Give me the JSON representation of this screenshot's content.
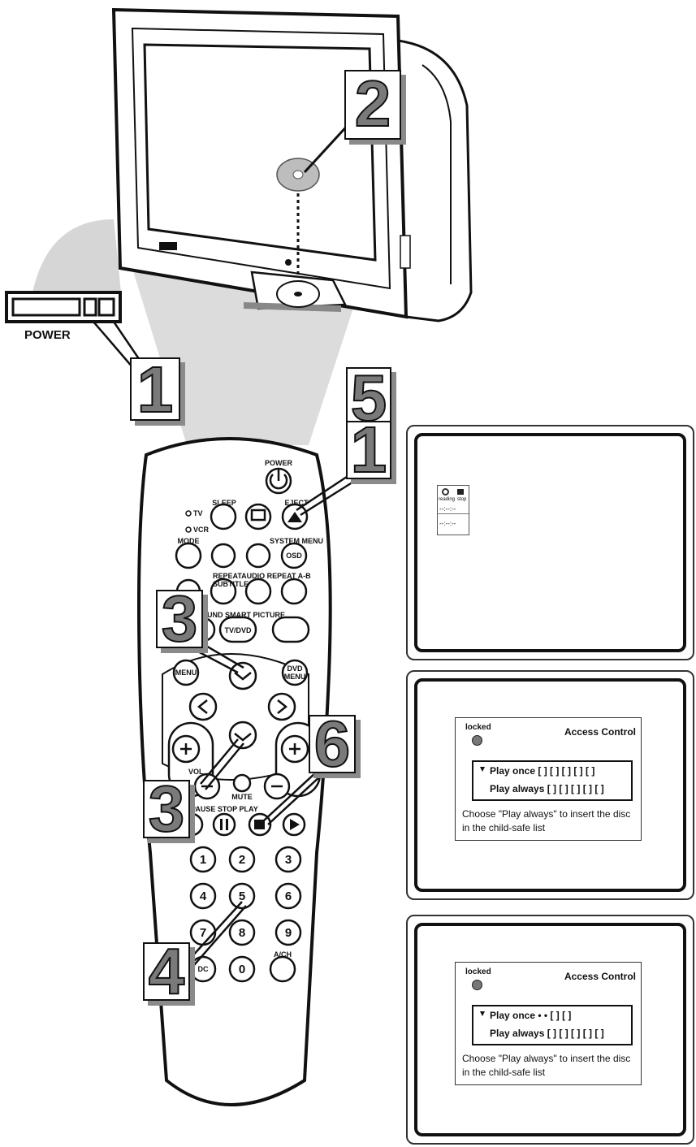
{
  "labels": {
    "power_panel": "POWER",
    "remote_power": "POWER",
    "tv": "TV",
    "vcr": "VCR",
    "mode": "MODE",
    "sleep": "SLEEP",
    "eject": "EJECT",
    "system_menu": "SYSTEM MENU",
    "osd": "OSD",
    "repeat_row": "REPEATAUDIO REPEAT A-B SUBTITLE",
    "sound_row": "SOUND SMART PICTURE",
    "tvdvd": "TV/DVD",
    "menu": "MENU",
    "dvd_menu": "DVD MENU",
    "vol": "VOL",
    "mute": "MUTE",
    "transport_row": "K PAUSE STOP PLAY",
    "dc": "DC",
    "ach": "A/CH",
    "numbers": [
      "1",
      "2",
      "3",
      "4",
      "5",
      "6",
      "7",
      "8",
      "9",
      "0"
    ]
  },
  "steps": {
    "s1_top": "1",
    "s2": "2",
    "s5": "5",
    "s1_remote": "1",
    "s3_top": "3",
    "s3_bottom": "3",
    "s6": "6",
    "s4": "4"
  },
  "screen1": {
    "icon_label_a": "reading",
    "icon_label_b": "stop",
    "time_a": "--:--:--",
    "time_b": "--:--:--"
  },
  "screen2": {
    "status": "locked",
    "title": "Access Control",
    "play_once": "Play once [ ] [ ] [ ] [ ] [ ]",
    "play_always": "Play always [ ] [ ] [ ] [ ] [ ]",
    "note": "Choose \"Play always\" to insert the disc in the child-safe list"
  },
  "screen3": {
    "status": "locked",
    "title": "Access Control",
    "play_once": "Play once  •   •   [ ] [ ]",
    "play_always": "Play always [ ] [ ] [ ] [ ] [ ]",
    "note": "Choose \"Play always\" to insert the disc in the child-safe list"
  },
  "colors": {
    "step_fill": "#7a7a7a",
    "beam": "#dcdcdc",
    "remote_body": "#ffffff",
    "outline": "#111111"
  }
}
